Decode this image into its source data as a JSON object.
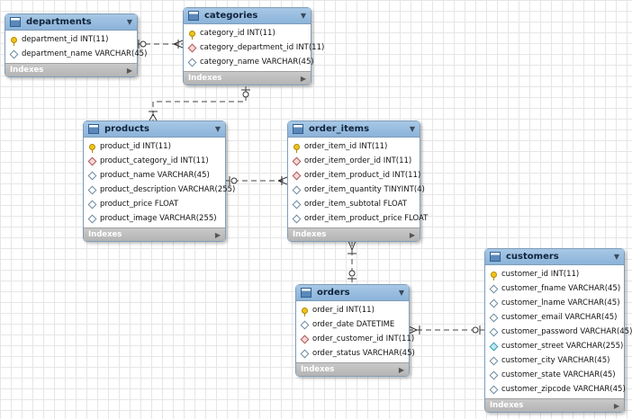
{
  "tables": [
    {
      "id": "departments",
      "name": "departments",
      "indexes_label": "Indexes",
      "columns": [
        {
          "label": "department_id INT(11)",
          "kind": "pk"
        },
        {
          "label": "department_name VARCHAR(45)",
          "kind": "col"
        }
      ]
    },
    {
      "id": "categories",
      "name": "categories",
      "indexes_label": "Indexes",
      "columns": [
        {
          "label": "category_id INT(11)",
          "kind": "pk"
        },
        {
          "label": "category_department_id INT(11)",
          "kind": "fk"
        },
        {
          "label": "category_name VARCHAR(45)",
          "kind": "col"
        }
      ]
    },
    {
      "id": "products",
      "name": "products",
      "indexes_label": "Indexes",
      "columns": [
        {
          "label": "product_id INT(11)",
          "kind": "pk"
        },
        {
          "label": "product_category_id INT(11)",
          "kind": "fk"
        },
        {
          "label": "product_name VARCHAR(45)",
          "kind": "col"
        },
        {
          "label": "product_description VARCHAR(255)",
          "kind": "col"
        },
        {
          "label": "product_price FLOAT",
          "kind": "col"
        },
        {
          "label": "product_image VARCHAR(255)",
          "kind": "col"
        }
      ]
    },
    {
      "id": "order_items",
      "name": "order_items",
      "indexes_label": "Indexes",
      "columns": [
        {
          "label": "order_item_id INT(11)",
          "kind": "pk"
        },
        {
          "label": "order_item_order_id INT(11)",
          "kind": "fk"
        },
        {
          "label": "order_item_product_id INT(11)",
          "kind": "fk"
        },
        {
          "label": "order_item_quantity TINYINT(4)",
          "kind": "col"
        },
        {
          "label": "order_item_subtotal FLOAT",
          "kind": "col"
        },
        {
          "label": "order_item_product_price FLOAT",
          "kind": "col"
        }
      ]
    },
    {
      "id": "orders",
      "name": "orders",
      "indexes_label": "Indexes",
      "columns": [
        {
          "label": "order_id INT(11)",
          "kind": "pk"
        },
        {
          "label": "order_date DATETIME",
          "kind": "col"
        },
        {
          "label": "order_customer_id INT(11)",
          "kind": "fk"
        },
        {
          "label": "order_status VARCHAR(45)",
          "kind": "col"
        }
      ]
    },
    {
      "id": "customers",
      "name": "customers",
      "indexes_label": "Indexes",
      "columns": [
        {
          "label": "customer_id INT(11)",
          "kind": "pk"
        },
        {
          "label": "customer_fname VARCHAR(45)",
          "kind": "col"
        },
        {
          "label": "customer_lname VARCHAR(45)",
          "kind": "col"
        },
        {
          "label": "customer_email VARCHAR(45)",
          "kind": "col"
        },
        {
          "label": "customer_password VARCHAR(45)",
          "kind": "col"
        },
        {
          "label": "customer_street VARCHAR(255)",
          "kind": "cyan"
        },
        {
          "label": "customer_city VARCHAR(45)",
          "kind": "col"
        },
        {
          "label": "customer_state VARCHAR(45)",
          "kind": "col"
        },
        {
          "label": "customer_zipcode VARCHAR(45)",
          "kind": "col"
        }
      ]
    }
  ],
  "colors": {
    "header": "#8bb3d9",
    "border": "#7f9db9",
    "footer": "#b4b4b4",
    "primary_key": "#f0c419",
    "foreign_key": "#b05a5a"
  }
}
